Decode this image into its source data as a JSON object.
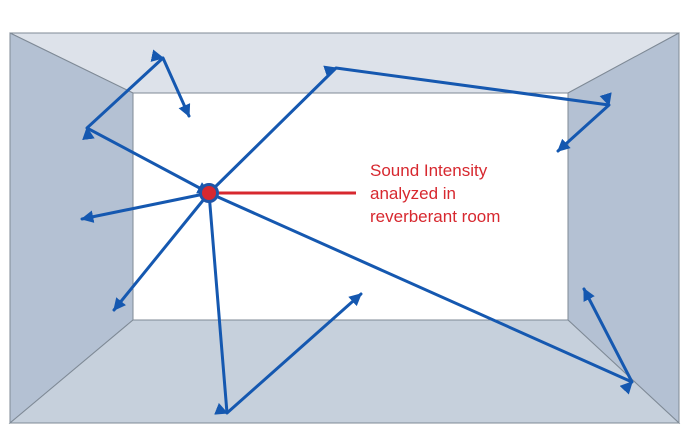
{
  "annotation": {
    "lines": [
      "Sound Intensity",
      "analyzed in",
      "reverberant room"
    ],
    "color": "#d7282f"
  },
  "colors": {
    "ray": "#1558b0",
    "source_fill": "#d7282f",
    "source_ring": "#1f55a8",
    "ceiling": "#dde2ea",
    "left_wall": "#b4c1d3",
    "right_wall": "#b4c1d3",
    "floor": "#c6d0dc",
    "back_wall": "#ffffff",
    "edge": "#7f8a96"
  }
}
